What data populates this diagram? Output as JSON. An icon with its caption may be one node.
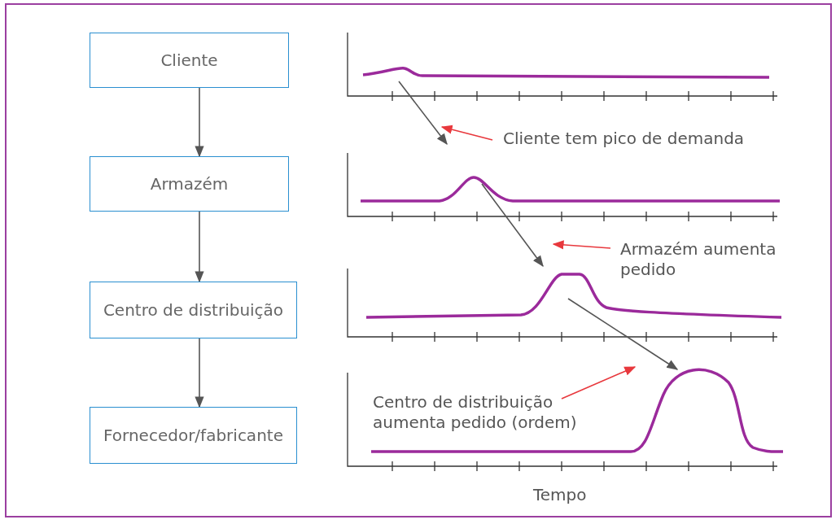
{
  "diagram": {
    "nodes": [
      {
        "text": [
          "Cliente"
        ]
      },
      {
        "text": [
          "Armazém"
        ]
      },
      {
        "text": [
          "Centro de distribuição"
        ]
      },
      {
        "text": [
          "Fornecedor/fabricante"
        ]
      },
      {
        "text": [],
        "shape": "picture"
      },
      {
        "text": [],
        "shape": "picture"
      },
      {
        "text": [],
        "shape": "picture"
      },
      {
        "text": [],
        "shape": "picture"
      },
      {
        "text": [
          "Cliente tem pico de demanda"
        ]
      },
      {
        "text": [
          "Armazém aumenta pedido"
        ]
      },
      {
        "text": [
          "Centro de distribuição aumenta pedido (ordem)"
        ],
        "in": 7
      }
    ],
    "edges": [
      {
        "from": 0,
        "to": 1,
        "arrow": "to"
      },
      {
        "from": 1,
        "to": 2,
        "arrow": "to"
      },
      {
        "from": 2,
        "to": 3,
        "arrow": "to"
      },
      {
        "from": 4,
        "to": 5,
        "arrow": "to"
      },
      {
        "from": 5,
        "to": 6,
        "arrow": "to"
      },
      {
        "from": 6,
        "to": 7,
        "arrow": "to"
      },
      {
        "from": 8,
        "to": null,
        "arrow": "to",
        "color": "#e8383d"
      },
      {
        "from": 9,
        "to": null,
        "arrow": "to",
        "color": "#e8383d"
      },
      {
        "from": 10,
        "to": null,
        "arrow": "to",
        "color": "#e8383d"
      }
    ],
    "labels": [
      "Tempo"
    ]
  }
}
